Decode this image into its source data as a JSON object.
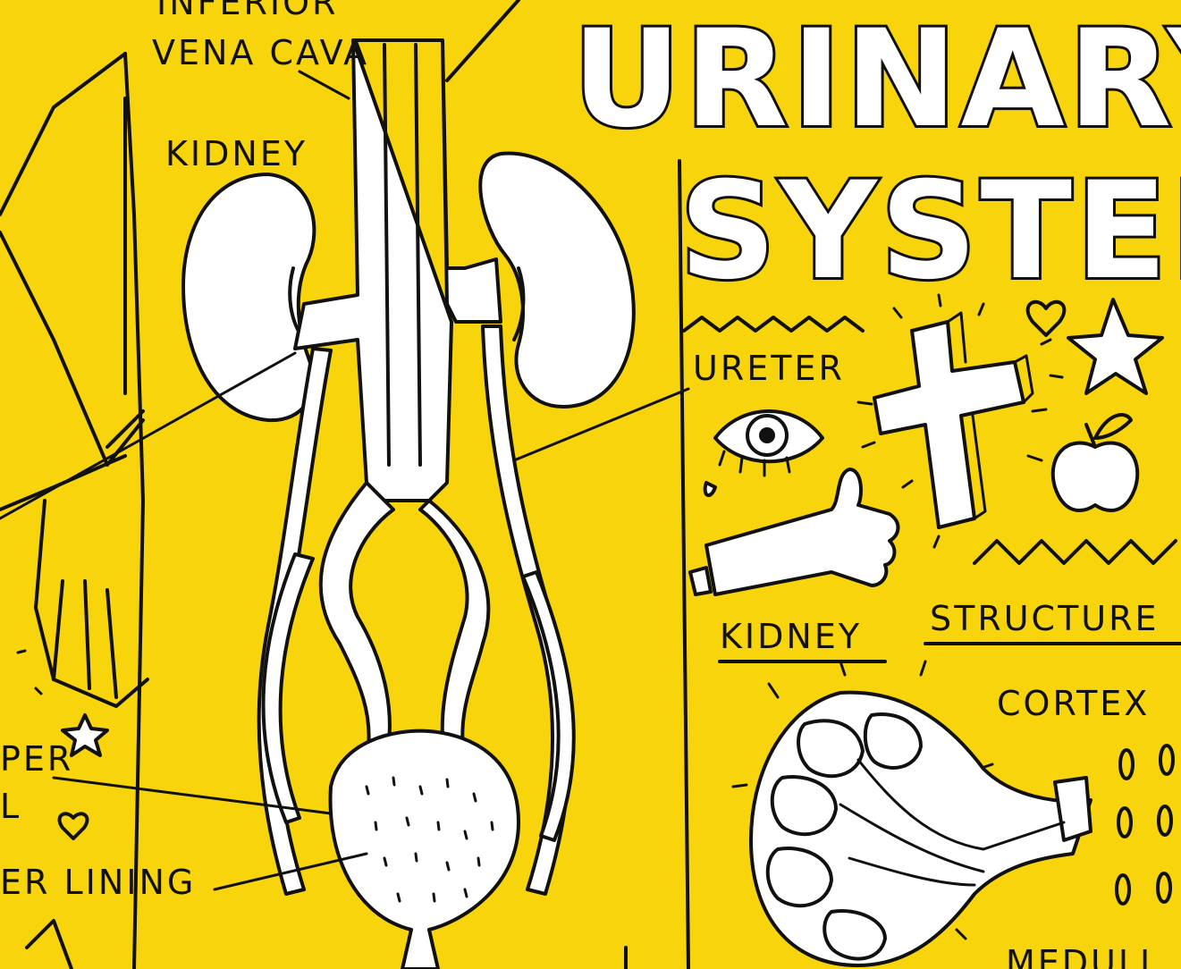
{
  "colors": {
    "background": "#F7D40B",
    "ink": "#111111",
    "organ_fill": "#FFFFFF"
  },
  "title": {
    "line1": "URINARY",
    "line2": "SYSTEM"
  },
  "labels": {
    "inferior": "INFERIOR",
    "vena_cava": "VENA CAVA",
    "kidney_left": "KIDNEY",
    "ureter": "URETER",
    "kidney_structure_1": "KIDNEY",
    "kidney_structure_2": "STRUCTURE",
    "cortex": "CORTEX",
    "medulla": "MEDULL",
    "bladder_upper": "PER",
    "bladder_l": "L",
    "bladder_lining": "ER LINING"
  },
  "icons": [
    "eye-icon",
    "cross-icon",
    "star-icon",
    "heart-icon",
    "apple-icon",
    "thumbs-up-icon",
    "zigzag-icon"
  ]
}
